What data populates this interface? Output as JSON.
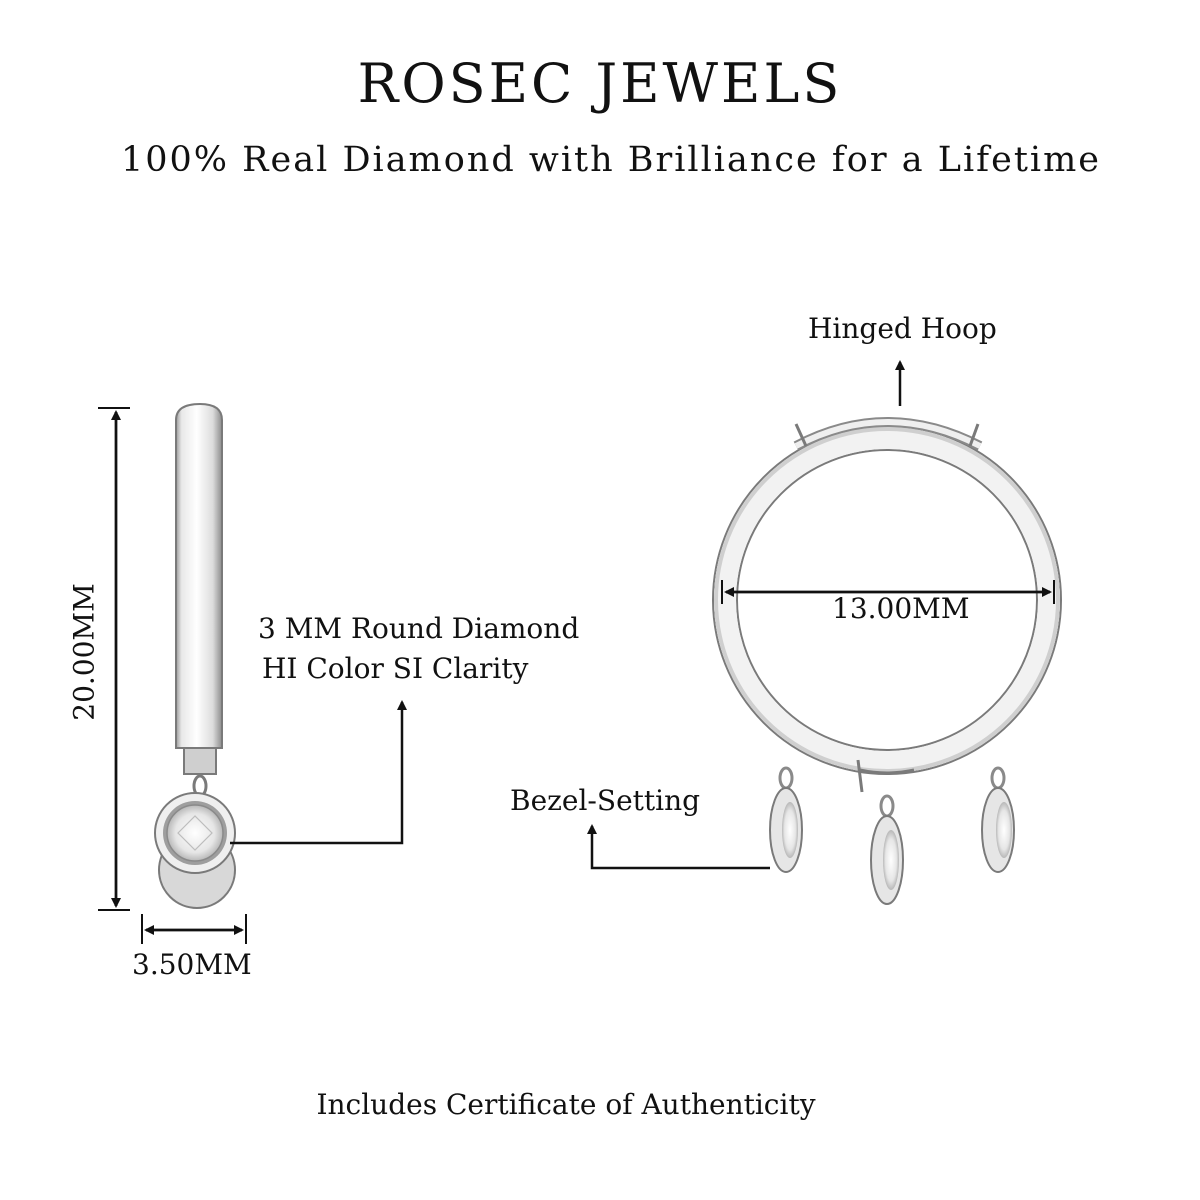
{
  "header": {
    "brand": "ROSEC JEWELS",
    "tagline": "100% Real Diamond with Brilliance for a Lifetime"
  },
  "callouts": {
    "hinged_hoop": "Hinged Hoop",
    "stone_line1": "3 MM Round Diamond",
    "stone_line2": "HI Color SI Clarity",
    "bezel_setting": "Bezel-Setting"
  },
  "dimensions": {
    "height": "20.00MM",
    "width": "3.50MM",
    "inner_diameter": "13.00MM"
  },
  "footer": {
    "certificate": "Includes Certificate of Authenticity"
  },
  "colors": {
    "metal_light": "#f4f4f4",
    "metal_mid": "#d6d6d6",
    "metal_dark": "#8a8a8a",
    "ink": "#111111"
  }
}
